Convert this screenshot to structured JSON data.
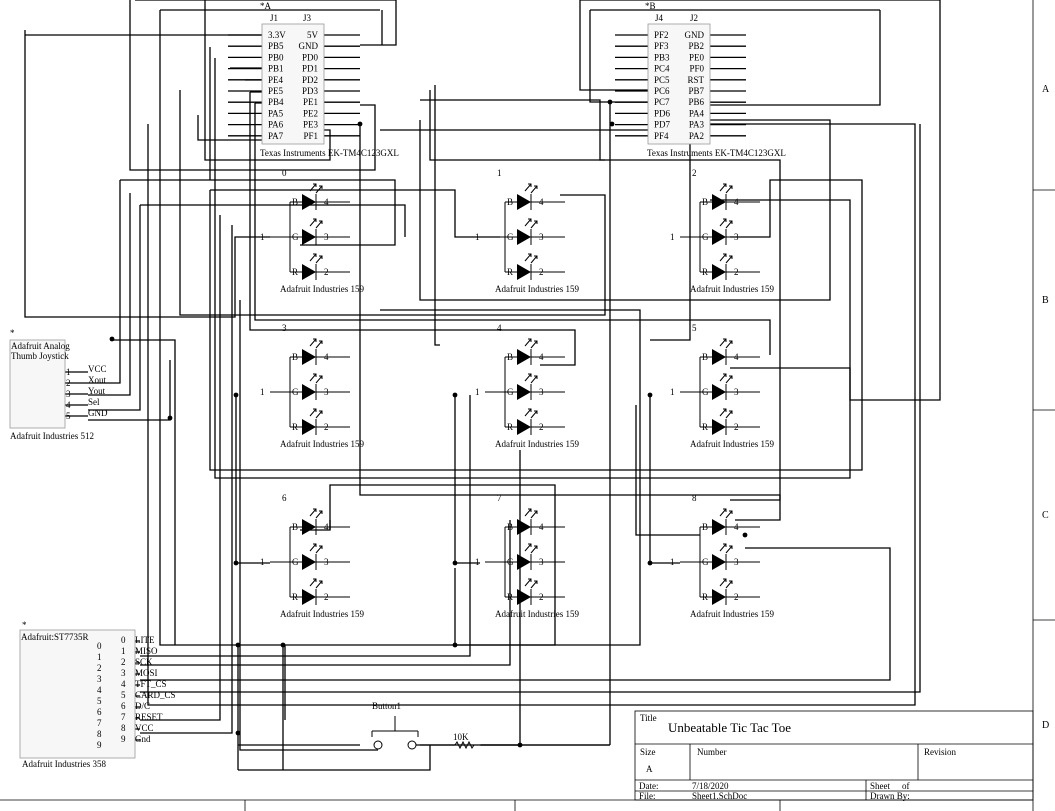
{
  "frame": {
    "zones": [
      "A",
      "B",
      "C",
      "D"
    ]
  },
  "mcu_a": {
    "marker": "*A",
    "left_header": "J1",
    "right_header": "J3",
    "left_pins": [
      "3.3V",
      "PB5",
      "PB0",
      "PB1",
      "PE4",
      "PE5",
      "PB4",
      "PA5",
      "PA6",
      "PA7"
    ],
    "right_pins": [
      "5V",
      "GND",
      "PD0",
      "PD1",
      "PD2",
      "PD3",
      "PE1",
      "PE2",
      "PE3",
      "PF1"
    ],
    "label": "Texas Instruments EK-TM4C123GXL"
  },
  "mcu_b": {
    "marker": "*B",
    "left_header": "J4",
    "right_header": "J2",
    "left_pins": [
      "PF2",
      "PF3",
      "PB3",
      "PC4",
      "PC5",
      "PC6",
      "PC7",
      "PD6",
      "PD7",
      "PF4"
    ],
    "right_pins": [
      "GND",
      "PB2",
      "PE0",
      "PF0",
      "RST",
      "PB7",
      "PB6",
      "PA4",
      "PA3",
      "PA2"
    ],
    "label": "Texas Instruments EK-TM4C123GXL"
  },
  "leds": {
    "part_label": "Adafruit Industries 159",
    "common_pin": "1",
    "color_labels": [
      "B",
      "G",
      "R"
    ],
    "pin_numbers": [
      "4",
      "3",
      "2"
    ],
    "indexes": [
      "0",
      "1",
      "2",
      "3",
      "4",
      "5",
      "6",
      "7",
      "8"
    ]
  },
  "joystick": {
    "marker": "*",
    "title_line1": "Adafruit Analog",
    "title_line2": "Thumb Joystick",
    "pins": [
      {
        "num": "1",
        "name": "VCC"
      },
      {
        "num": "2",
        "name": "Xout"
      },
      {
        "num": "3",
        "name": "Yout"
      },
      {
        "num": "4",
        "name": "Sel"
      },
      {
        "num": "5",
        "name": "GND"
      }
    ],
    "label": "Adafruit Industries 512"
  },
  "display": {
    "marker": "*",
    "title": "Adafruit:ST7735R",
    "side_numbers": [
      "0",
      "1",
      "2",
      "3",
      "4",
      "5",
      "6",
      "7",
      "8",
      "9"
    ],
    "pins": [
      {
        "num": "0",
        "name": "LITE"
      },
      {
        "num": "1",
        "name": "MISO"
      },
      {
        "num": "2",
        "name": "SCK"
      },
      {
        "num": "3",
        "name": "MOSI"
      },
      {
        "num": "4",
        "name": "TFT_CS"
      },
      {
        "num": "5",
        "name": "CARD_CS"
      },
      {
        "num": "6",
        "name": "D/C"
      },
      {
        "num": "7",
        "name": "RESET"
      },
      {
        "num": "8",
        "name": "VCC"
      },
      {
        "num": "9",
        "name": "Gnd"
      }
    ],
    "label": "Adafruit Industries 358"
  },
  "button": {
    "label": "Button1"
  },
  "resistor": {
    "label": "10K"
  },
  "title_block": {
    "title_caption": "Title",
    "title": "Unbeatable Tic Tac Toe",
    "size_caption": "Size",
    "size": "A",
    "number_caption": "Number",
    "revision_caption": "Revision",
    "date_caption": "Date:",
    "date": "7/18/2020",
    "file_caption": "File:",
    "file": "Sheet1.SchDoc",
    "sheet_caption": "Sheet",
    "of_caption": "of",
    "drawn_caption": "Drawn By:"
  }
}
